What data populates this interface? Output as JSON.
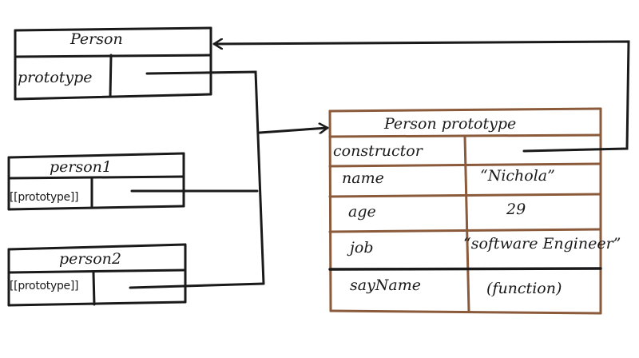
{
  "colors": {
    "ink": "#1a1a1a",
    "prototype_box": "#8a5a3a"
  },
  "person": {
    "title": "Person",
    "field": "prototype"
  },
  "person1": {
    "title": "person1",
    "field": "[[prototype]]"
  },
  "person2": {
    "title": "person2",
    "field": "[[prototype]]"
  },
  "person_prototype": {
    "title": "Person prototype",
    "rows": [
      {
        "key": "constructor",
        "value": ""
      },
      {
        "key": "name",
        "value": "“Nichola”"
      },
      {
        "key": "age",
        "value": "29"
      },
      {
        "key": "job",
        "value": "“software Engineer”"
      },
      {
        "key": "sayName",
        "value": "(function)"
      }
    ]
  }
}
